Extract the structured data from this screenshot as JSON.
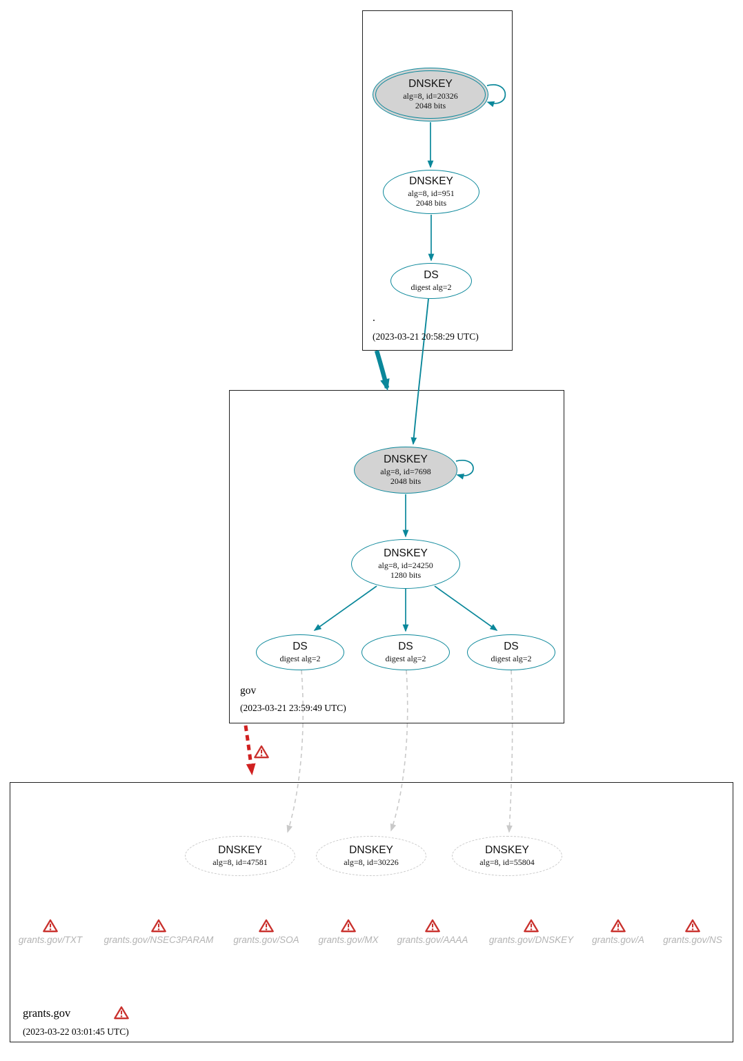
{
  "colors": {
    "secure_teal": "#0a879a",
    "bogus_red": "#d02020",
    "insecure_gray": "#c9c9c9",
    "ksk_fill_gray": "#d3d3d3",
    "warning_red": "#c9302c"
  },
  "zones": {
    "root": {
      "label": ".",
      "timestamp": "(2023-03-21 20:58:29 UTC)",
      "ksk": {
        "type": "DNSKEY",
        "detail1": "alg=8, id=20326",
        "detail2": "2048 bits"
      },
      "zsk": {
        "type": "DNSKEY",
        "detail1": "alg=8, id=951",
        "detail2": "2048 bits"
      },
      "ds": {
        "type": "DS",
        "detail1": "digest alg=2"
      }
    },
    "gov": {
      "label": "gov",
      "timestamp": "(2023-03-21 23:59:49 UTC)",
      "ksk": {
        "type": "DNSKEY",
        "detail1": "alg=8, id=7698",
        "detail2": "2048 bits"
      },
      "zsk": {
        "type": "DNSKEY",
        "detail1": "alg=8, id=24250",
        "detail2": "1280 bits"
      },
      "ds1": {
        "type": "DS",
        "detail1": "digest alg=2"
      },
      "ds2": {
        "type": "DS",
        "detail1": "digest alg=2"
      },
      "ds3": {
        "type": "DS",
        "detail1": "digest alg=2"
      }
    },
    "grants_gov": {
      "label": "grants.gov",
      "timestamp": "(2023-03-22 03:01:45 UTC)",
      "dnskey1": {
        "type": "DNSKEY",
        "detail1": "alg=8, id=47581"
      },
      "dnskey2": {
        "type": "DNSKEY",
        "detail1": "alg=8, id=30226"
      },
      "dnskey3": {
        "type": "DNSKEY",
        "detail1": "alg=8, id=55804"
      },
      "warnings": [
        {
          "label": "grants.gov/TXT"
        },
        {
          "label": "grants.gov/NSEC3PARAM"
        },
        {
          "label": "grants.gov/SOA"
        },
        {
          "label": "grants.gov/MX"
        },
        {
          "label": "grants.gov/AAAA"
        },
        {
          "label": "grants.gov/DNSKEY"
        },
        {
          "label": "grants.gov/A"
        },
        {
          "label": "grants.gov/NS"
        }
      ]
    }
  }
}
